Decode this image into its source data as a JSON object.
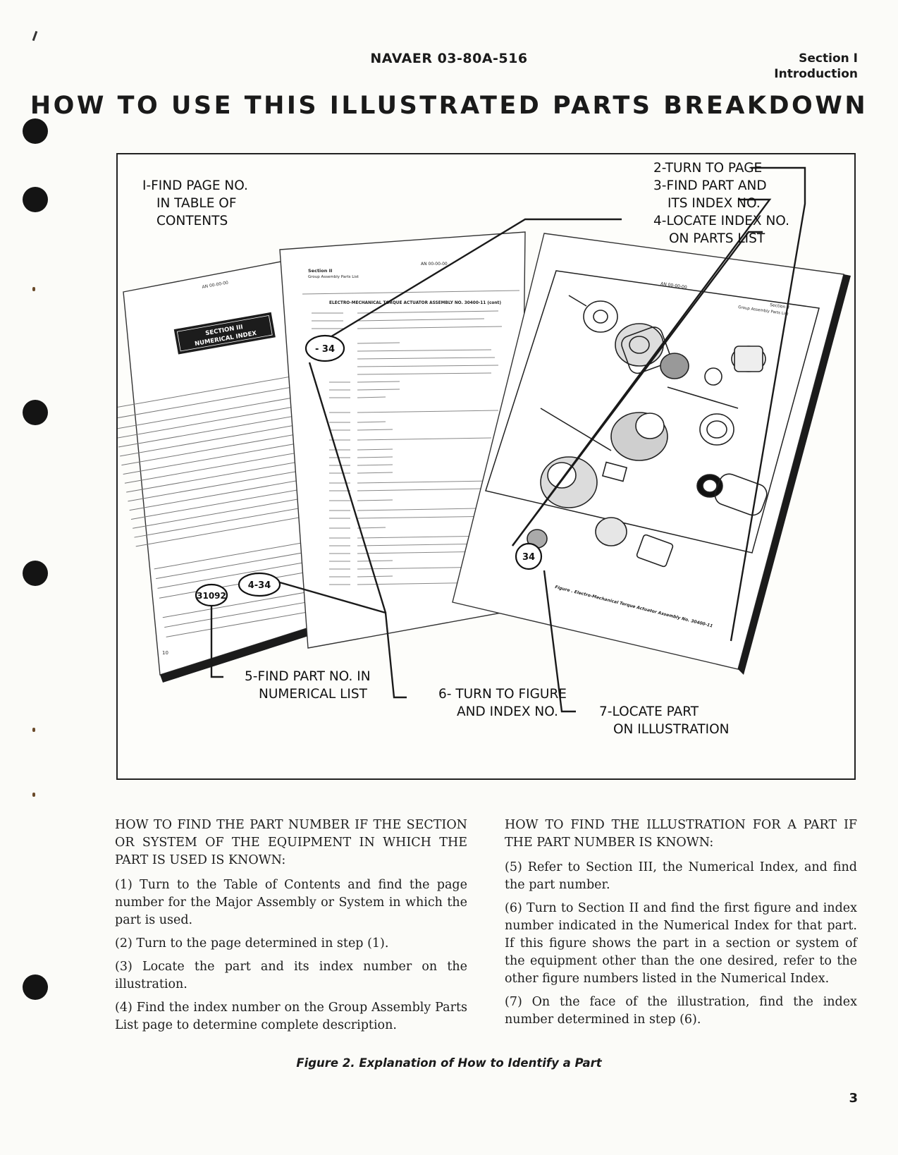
{
  "header": {
    "doc_number": "NAVAER 03-80A-516",
    "section": "Section I",
    "section_name": "Introduction"
  },
  "title": "HOW TO USE THIS ILLUSTRATED PARTS BREAKDOWN",
  "figure": {
    "steps": {
      "s1": [
        "I-FIND PAGE NO.",
        "IN TABLE OF",
        "CONTENTS"
      ],
      "s2": "2-TURN TO PAGE",
      "s3": [
        "3-FIND PART AND",
        "ITS INDEX NO."
      ],
      "s4": [
        "4-LOCATE INDEX NO.",
        "ON PARTS LIST"
      ],
      "s5": [
        "5-FIND PART NO. IN",
        "NUMERICAL LIST"
      ],
      "s6": [
        "6- TURN TO FIGURE",
        "AND INDEX NO."
      ],
      "s7": [
        "7-LOCATE PART",
        "ON ILLUSTRATION"
      ]
    },
    "callouts": {
      "part_no": "31092",
      "fig_index": "4-34",
      "list_index": "- 34",
      "illus_index": "34"
    },
    "sheet1": {
      "page_id": "AN 00-00-00",
      "banner": [
        "SECTION III",
        "NUMERICAL INDEX"
      ],
      "page_no": "10"
    },
    "sheet2": {
      "section": "Section II",
      "subtitle": "Group Assembly Parts List",
      "page_id": "AN 00-00-00",
      "heading": "ELECTRO-MECHANICAL TORQUE ACTUATOR ASSEMBLY NO. 30400-11 (cont)"
    },
    "sheet3": {
      "page_id": "AN 00-00-00",
      "section": "Section II",
      "subtitle": "Group Assembly Parts List",
      "caption": "Figure . Electro-Mechanical Torque Actuator Assembly No. 30400-11"
    }
  },
  "left_column": {
    "heading": "HOW TO FIND THE PART NUMBER IF THE SECTION OR SYSTEM OF THE EQUIPMENT IN WHICH THE PART IS USED IS KNOWN:",
    "steps": [
      "(1) Turn to the Table of Contents and find the page number for the Major Assembly or System in which the part is used.",
      "(2) Turn to the page determined in step (1).",
      "(3) Locate the part and its index number on the illustration.",
      "(4) Find the index number on the Group Assembly Parts List page to determine complete description."
    ]
  },
  "right_column": {
    "heading": "HOW TO FIND THE ILLUSTRATION FOR A PART IF THE PART NUMBER IS KNOWN:",
    "steps": [
      "(5) Refer to Section III, the Numerical Index, and find the part number.",
      "(6) Turn to Section II and find the first figure and index number indicated in the Numerical Index for that part. If this figure shows the part in a section or system of the equipment other than the one desired, refer to the other figure numbers listed in the Numerical Index.",
      "(7) On the face of the illustration, find the index number determined in step (6)."
    ]
  },
  "caption": "Figure 2. Explanation of How to Identify a Part",
  "page_number": "3"
}
